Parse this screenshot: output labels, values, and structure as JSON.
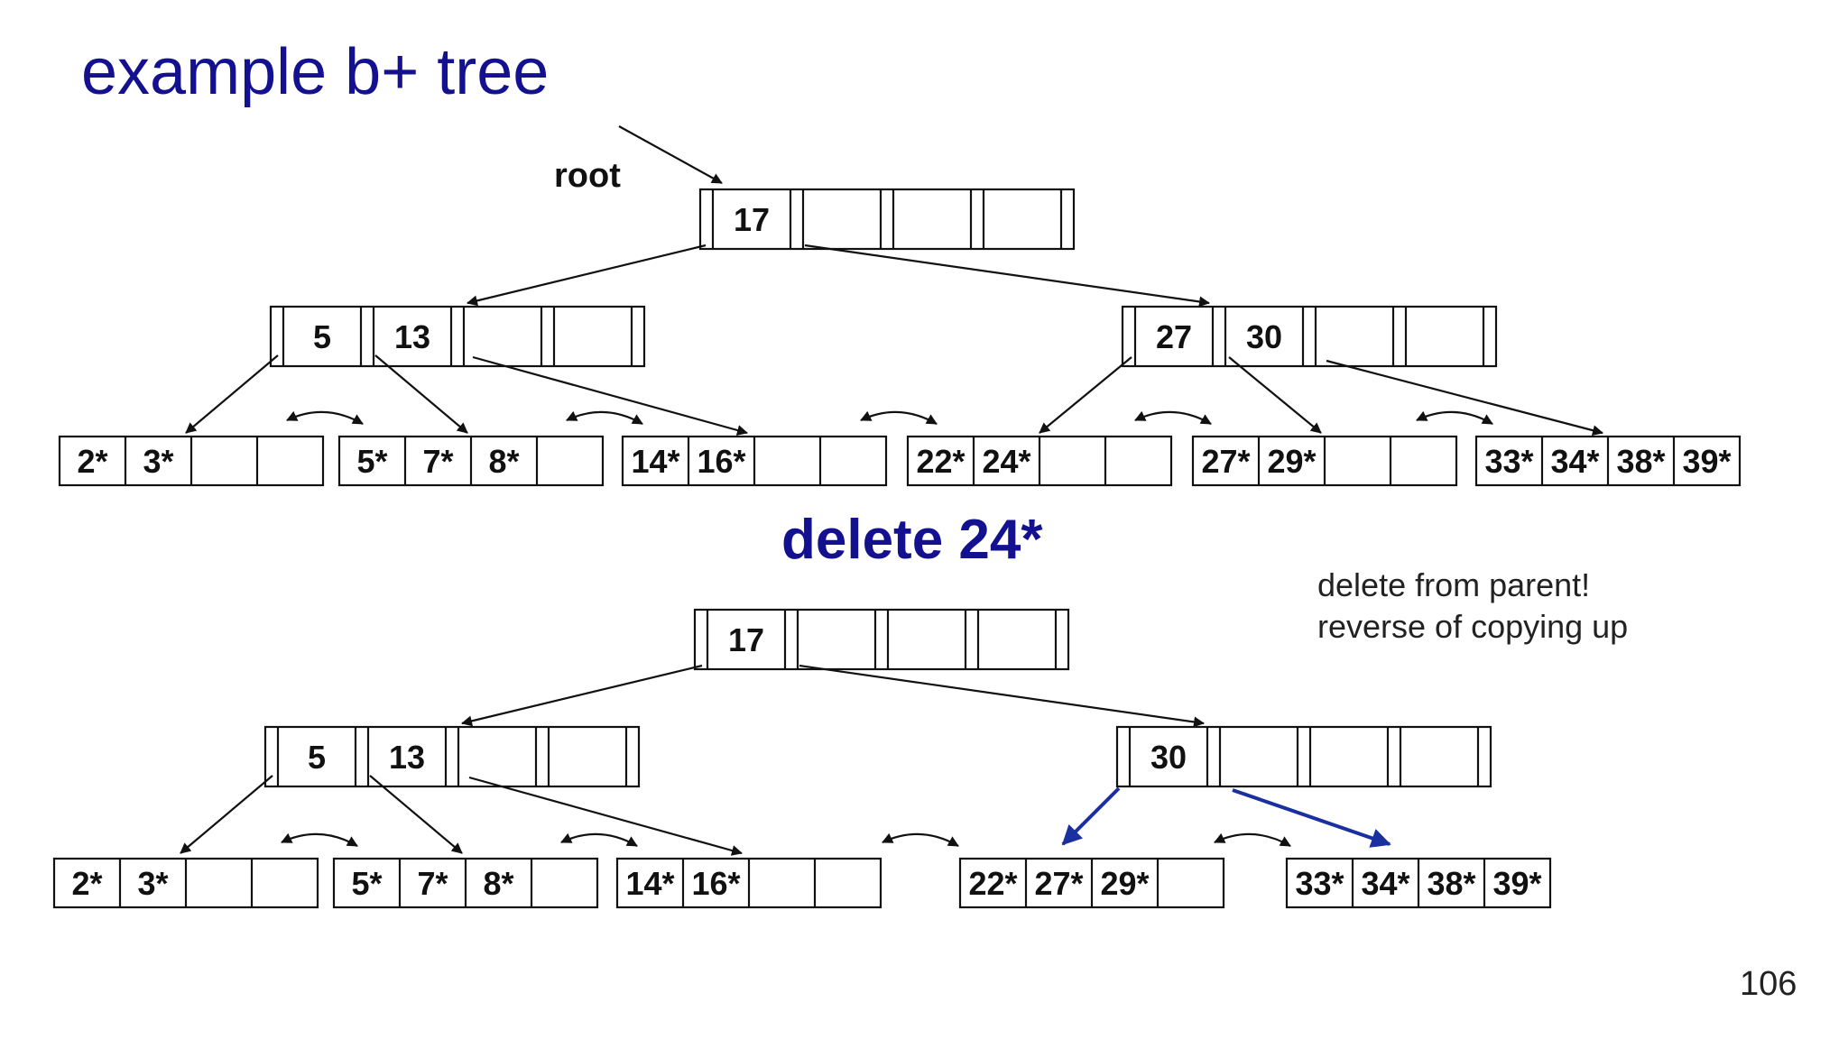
{
  "slide": {
    "title": "example b+ tree",
    "root_label": "root",
    "subtitle": "delete 24*",
    "note_line1": "delete from parent!",
    "note_line2": "reverse of copying up",
    "page_number": "106",
    "colors": {
      "title": "#13118f",
      "highlight_arrow": "#1a2fa0",
      "ink": "#111111"
    }
  },
  "tree_before": {
    "root_keys": [
      "17"
    ],
    "inner_left_keys": [
      "5",
      "13"
    ],
    "inner_right_keys": [
      "27",
      "30"
    ],
    "leaves": [
      [
        "2*",
        "3*"
      ],
      [
        "5*",
        "7*",
        "8*"
      ],
      [
        "14*",
        "16*"
      ],
      [
        "22*",
        "24*"
      ],
      [
        "27*",
        "29*"
      ],
      [
        "33*",
        "34*",
        "38*",
        "39*"
      ]
    ]
  },
  "tree_after": {
    "root_keys": [
      "17"
    ],
    "inner_left_keys": [
      "5",
      "13"
    ],
    "inner_right_keys": [
      "30"
    ],
    "leaves": [
      [
        "2*",
        "3*"
      ],
      [
        "5*",
        "7*",
        "8*"
      ],
      [
        "14*",
        "16*"
      ],
      [
        "22*",
        "27*",
        "29*"
      ],
      [
        "33*",
        "34*",
        "38*",
        "39*"
      ]
    ]
  }
}
